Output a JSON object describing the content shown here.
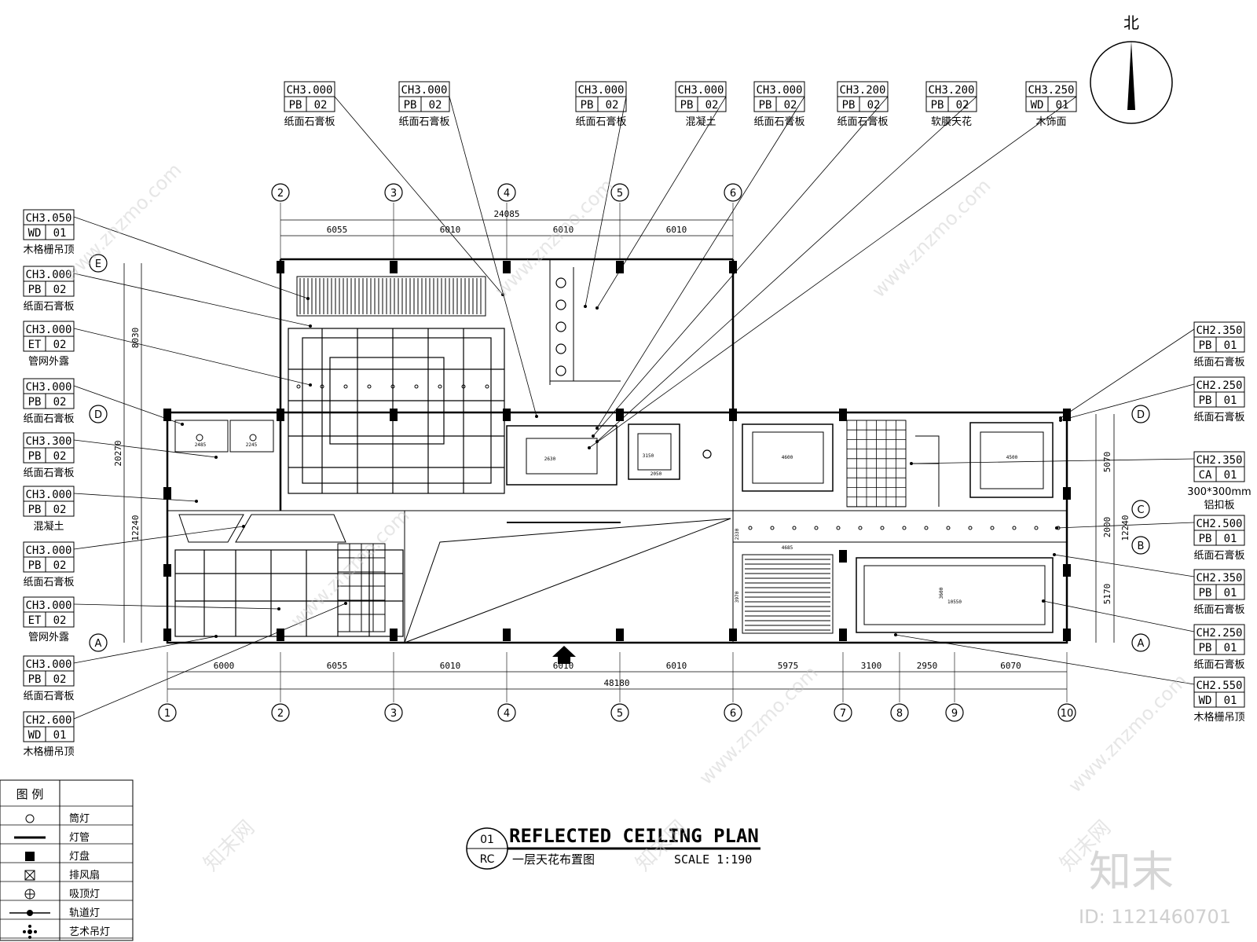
{
  "compass": {
    "label": "北"
  },
  "callouts": {
    "top": [
      {
        "code": "CH3.000",
        "mat": "PB",
        "num": "02",
        "desc": "纸面石膏板"
      },
      {
        "code": "CH3.000",
        "mat": "PB",
        "num": "02",
        "desc": "纸面石膏板"
      },
      {
        "code": "CH3.000",
        "mat": "PB",
        "num": "02",
        "desc": "纸面石膏板"
      },
      {
        "code": "CH3.000",
        "mat": "PB",
        "num": "02",
        "desc": "混凝土"
      },
      {
        "code": "CH3.000",
        "mat": "PB",
        "num": "02",
        "desc": "纸面石膏板"
      },
      {
        "code": "CH3.200",
        "mat": "PB",
        "num": "02",
        "desc": "纸面石膏板"
      },
      {
        "code": "CH3.200",
        "mat": "PB",
        "num": "02",
        "desc": "软膜天花"
      },
      {
        "code": "CH3.250",
        "mat": "WD",
        "num": "01",
        "desc": "木饰面"
      }
    ],
    "left": [
      {
        "code": "CH3.050",
        "mat": "WD",
        "num": "01",
        "desc": "木格栅吊顶"
      },
      {
        "code": "CH3.000",
        "mat": "PB",
        "num": "02",
        "desc": "纸面石膏板"
      },
      {
        "code": "CH3.000",
        "mat": "ET",
        "num": "02",
        "desc": "管网外露"
      },
      {
        "code": "CH3.000",
        "mat": "PB",
        "num": "02",
        "desc": "纸面石膏板"
      },
      {
        "code": "CH3.300",
        "mat": "PB",
        "num": "02",
        "desc": "纸面石膏板"
      },
      {
        "code": "CH3.000",
        "mat": "PB",
        "num": "02",
        "desc": "混凝土"
      },
      {
        "code": "CH3.000",
        "mat": "PB",
        "num": "02",
        "desc": "纸面石膏板"
      },
      {
        "code": "CH3.000",
        "mat": "ET",
        "num": "02",
        "desc": "管网外露"
      },
      {
        "code": "CH3.000",
        "mat": "PB",
        "num": "02",
        "desc": "纸面石膏板"
      },
      {
        "code": "CH2.600",
        "mat": "WD",
        "num": "01",
        "desc": "木格栅吊顶"
      }
    ],
    "right": [
      {
        "code": "CH2.350",
        "mat": "PB",
        "num": "01",
        "desc": "纸面石膏板",
        "desc2": ""
      },
      {
        "code": "CH2.250",
        "mat": "PB",
        "num": "01",
        "desc": "纸面石膏板",
        "desc2": ""
      },
      {
        "code": "CH2.350",
        "mat": "CA",
        "num": "01",
        "desc": "300*300mm",
        "desc2": "铝扣板"
      },
      {
        "code": "CH2.500",
        "mat": "PB",
        "num": "01",
        "desc": "纸面石膏板",
        "desc2": ""
      },
      {
        "code": "CH2.350",
        "mat": "PB",
        "num": "01",
        "desc": "纸面石膏板",
        "desc2": ""
      },
      {
        "code": "CH2.250",
        "mat": "PB",
        "num": "01",
        "desc": "纸面石膏板",
        "desc2": ""
      },
      {
        "code": "CH2.550",
        "mat": "WD",
        "num": "01",
        "desc": "木格栅吊顶",
        "desc2": ""
      }
    ]
  },
  "grid": {
    "top_axes": [
      "2",
      "3",
      "4",
      "5",
      "6"
    ],
    "top_total": "24085",
    "top_dims": [
      "6055",
      "6010",
      "6010",
      "6010"
    ],
    "bottom_axes": [
      "1",
      "2",
      "3",
      "4",
      "5",
      "6",
      "7",
      "8",
      "9",
      "10"
    ],
    "bottom_dims": [
      "6000",
      "6055",
      "6010",
      "6010",
      "6010",
      "5975",
      "3100",
      "2950",
      "6070"
    ],
    "bottom_total": "48180",
    "row_axes": [
      "E",
      "D",
      "C",
      "B",
      "A"
    ],
    "left_dims": [
      "20270",
      "8030",
      "12240"
    ],
    "right_dims": [
      "5070",
      "2000",
      "12240",
      "5170"
    ]
  },
  "plan_labels": [
    "2630",
    "2485",
    "2245",
    "3150",
    "4600",
    "2050",
    "4500",
    "4685",
    "10550",
    "3970",
    "2330",
    "3600"
  ],
  "legend": {
    "title": "图 例",
    "items": [
      "筒灯",
      "灯管",
      "灯盘",
      "排风扇",
      "吸顶灯",
      "轨道灯",
      "艺术吊灯"
    ]
  },
  "title_block": {
    "number": "01",
    "sheet": "RC",
    "title": "REFLECTED CEILING PLAN",
    "subtitle": "一层天花布置图",
    "scale": "SCALE 1:190"
  },
  "watermark": {
    "text1": "www.znzmo.com",
    "text2": "知末网",
    "logo": "知末",
    "id": "ID: 1121460701"
  }
}
